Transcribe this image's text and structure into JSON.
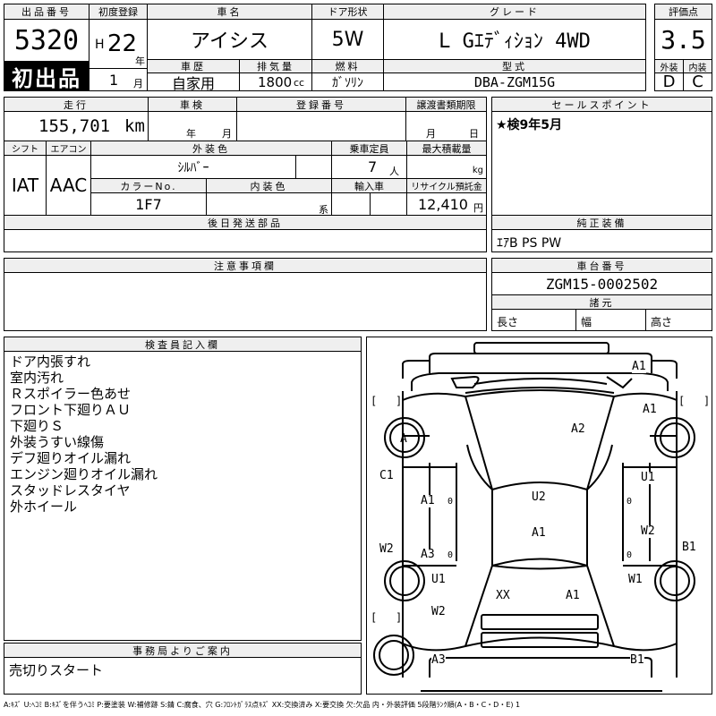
{
  "lot": {
    "label": "出品番号",
    "value": "5320"
  },
  "first_listing_badge": "初出品",
  "first_reg": {
    "label": "初度登録",
    "era": "H",
    "year": "22",
    "year_unit": "年",
    "month": "1",
    "month_unit": "月"
  },
  "car_name": {
    "label": "車名",
    "value": "アイシス"
  },
  "door": {
    "label": "ドア形状",
    "value": "5W"
  },
  "grade": {
    "label": "グレード",
    "value": "L Gｴﾃﾞｨｼｮﾝ 4WD"
  },
  "score": {
    "label": "評価点",
    "value": "3.5"
  },
  "history": {
    "label": "車歴",
    "value": "自家用"
  },
  "displacement": {
    "label": "排気量",
    "value": "1800",
    "unit": "cc"
  },
  "fuel": {
    "label": "燃料",
    "value": "ｶﾞｿﾘﾝ"
  },
  "model": {
    "label": "型式",
    "value": "DBA-ZGM15G"
  },
  "exterior_grade": {
    "label": "外装",
    "value": "D"
  },
  "interior_grade": {
    "label": "内装",
    "value": "C"
  },
  "mileage": {
    "label": "走行",
    "value": "155,701",
    "unit": "km"
  },
  "inspection": {
    "label": "車検",
    "year_unit": "年",
    "month_unit": "月"
  },
  "reg_number": {
    "label": "登録番号"
  },
  "transfer_deadline": {
    "label": "譲渡書類期限",
    "month_unit": "月",
    "day_unit": "日"
  },
  "sales_points": {
    "label": "セールスポイント",
    "text": "★検9年5月"
  },
  "shift": {
    "label": "シフト",
    "value": "IAT"
  },
  "aircon": {
    "label": "エアコン",
    "value": "AAC"
  },
  "ext_color": {
    "label": "外装色",
    "value": "ｼﾙﾊﾞｰ"
  },
  "capacity": {
    "label": "乗車定員",
    "value": "7",
    "unit": "人"
  },
  "max_load": {
    "label": "最大積載量",
    "unit": "kg"
  },
  "color_no": {
    "label": "カラーNo.",
    "value": "1F7"
  },
  "int_color": {
    "label": "内装色",
    "unit": "系"
  },
  "import": {
    "label": "輸入車"
  },
  "recycle": {
    "label": "リサイクル預託金",
    "value": "12,410",
    "unit": "円"
  },
  "later_parts": {
    "label": "後日発送部品"
  },
  "genuine_equipment": {
    "label": "純正装備",
    "value": "ｴｱB PS PW"
  },
  "notes": {
    "label": "注意事項欄"
  },
  "chassis": {
    "label": "車台番号",
    "value": "ZGM15-0002502"
  },
  "specs": {
    "label": "諸元",
    "length": "長さ",
    "width": "幅",
    "height": "高さ"
  },
  "inspector": {
    "label": "検査員記入欄",
    "lines": [
      "ドア内張すれ",
      "室内汚れ",
      "Ｒスポイラー色あせ",
      "フロント下廻りＡＵ",
      "下廻りＳ",
      "外装うすい線傷",
      "デフ廻りオイル漏れ",
      "エンジン廻りオイル漏れ",
      "スタッドレスタイヤ",
      "外ホイール"
    ]
  },
  "office": {
    "label": "事務局よりご案内",
    "text": "売切りスタート"
  },
  "diagram": {
    "labels": {
      "front_top": "A1",
      "fr_fender": "A1",
      "hood": "A2",
      "fl_wheel": "A",
      "left_front": "C1",
      "left_door_f": "A1",
      "roof": "U2",
      "right_door_f": "U1",
      "left_door_r": "A3",
      "roof_rear": "A1",
      "right_door_r": "W2",
      "left_quarter": "W2",
      "right_side": "B1",
      "left_rear_side": "U1",
      "rear_center": "XX",
      "rear_glass": "A1",
      "right_rear": "W1",
      "left_rear": "W2",
      "rear_bumper_l": "A3",
      "rear_bumper_r": "B1"
    },
    "zeros": [
      "0",
      "0",
      "0",
      "0"
    ],
    "brackets": [
      "[",
      "]",
      "[",
      "]",
      "[",
      "]"
    ]
  },
  "legend": "A:ｷｽﾞ U:ﾍｺﾐ B:ｷｽﾞを伴うﾍｺﾐ P:要塗装 W:補修跡 S:錆 C:腐食、穴 G:ﾌﾛﾝﾄｶﾞﾗｽ点ｷｽﾞ XX:交換済み X:要交換 欠:欠品 内・外装評価 5段階ﾗﾝｸ順(A・B・C・D・E) 1"
}
